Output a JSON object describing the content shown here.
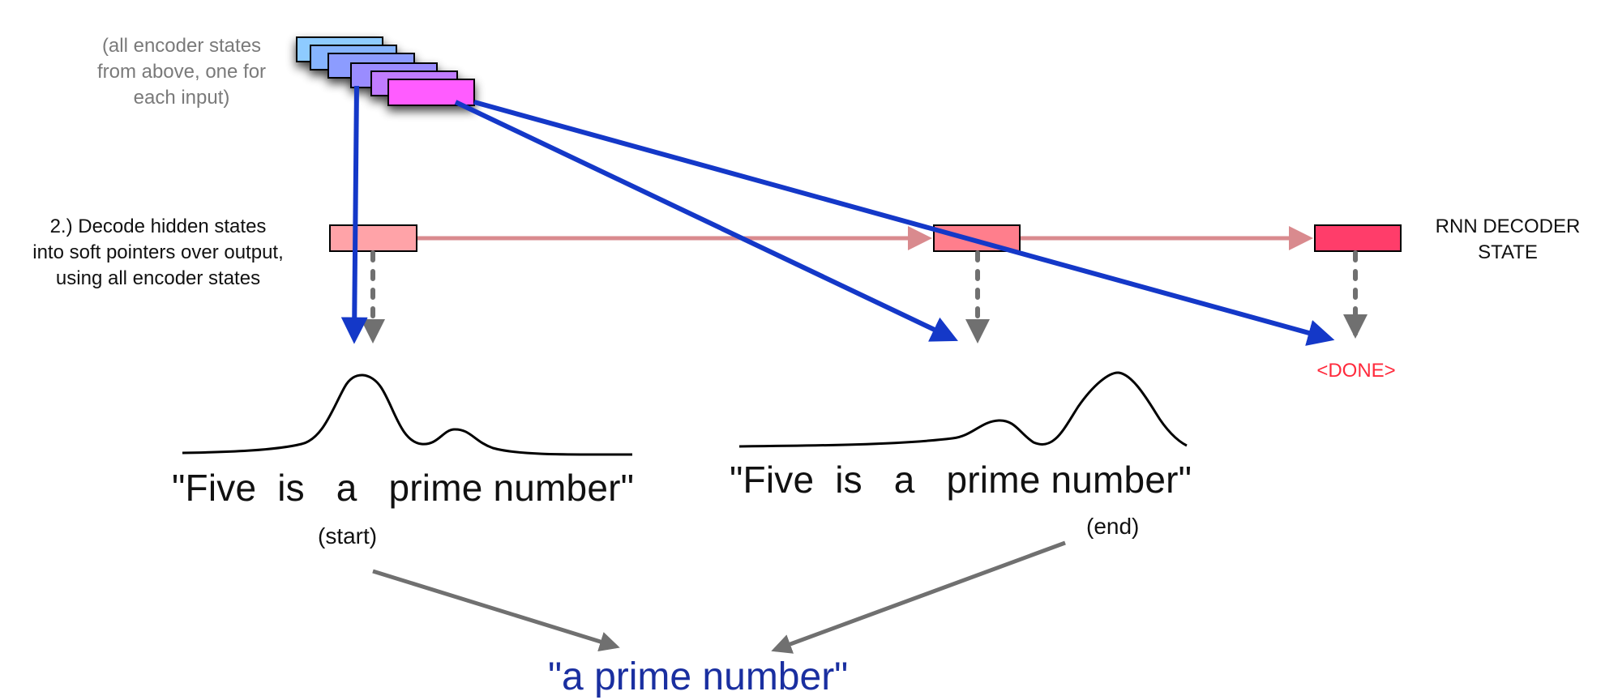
{
  "labels": {
    "encoder_note": [
      "(all encoder states",
      "from above, one for",
      "each input)"
    ],
    "decode_note": [
      "2.) Decode hidden states",
      "into soft pointers over output,",
      "using all encoder states"
    ],
    "decoder_state": [
      "RNN DECODER",
      "STATE"
    ],
    "done": "<DONE>",
    "sentence_left": "\"Five  is   a   prime number\"",
    "sentence_right": "\"Five  is   a   prime number\"",
    "start": "(start)",
    "end": "(end)",
    "result": "\"a prime number\""
  },
  "colors": {
    "encoder_stack": [
      "#8ecbff",
      "#86b4ff",
      "#8c9cff",
      "#9a8cff",
      "#c07cff",
      "#ff5cff"
    ],
    "decoder_boxes": [
      "#ffa3a8",
      "#ff7e8c",
      "#ff3d6a"
    ],
    "decoder_arrow": "#d98a8e",
    "pointer_arrow": "#1438c8",
    "dotted_arrow": "#707070",
    "combine_arrow": "#707070",
    "result_text": "#1a2fa0",
    "done_text": "#ff2a3c"
  }
}
